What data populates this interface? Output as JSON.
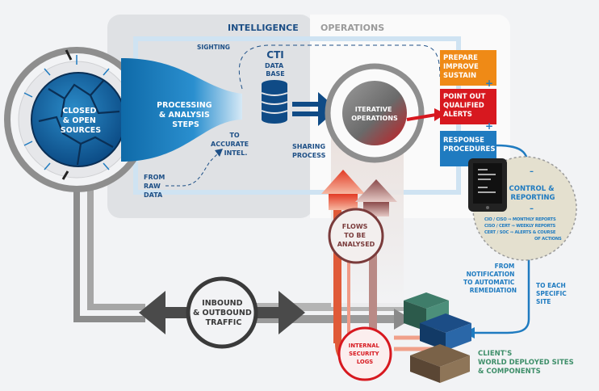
{
  "header": {
    "intelligence": "INTELLIGENCE",
    "operations": "OPERATIONS"
  },
  "globe": {
    "label": [
      "CLOSED",
      "& OPEN",
      "SOURCES"
    ]
  },
  "intel": {
    "sighting": "SIGHTING",
    "processing": [
      "PROCESSING",
      "& ANALYSIS",
      "STEPS"
    ],
    "cti_title": "CTI",
    "cti_sub": [
      "DATA",
      "BASE"
    ],
    "to_accurate": [
      "TO",
      "ACCURATE",
      "INTEL."
    ],
    "from_raw": [
      "FROM",
      "RAW",
      "DATA"
    ],
    "sharing": [
      "SHARING",
      "PROCESS"
    ]
  },
  "operations": {
    "iterative": [
      "ITERATIVE",
      "OPERATIONS"
    ],
    "prepare": [
      "PREPARE",
      "IMPROVE",
      "SUSTAIN"
    ],
    "point_out": [
      "POINT OUT",
      "QUALIFIED",
      "ALERTS"
    ],
    "response": [
      "RESPONSE",
      "PROCEDURES"
    ]
  },
  "control": {
    "title": [
      "CONTROL &",
      "REPORTING"
    ],
    "lines": [
      "CIO / CISO ⇒ MONTHLY REPORTS",
      "CISO / CERT ⇒ WEEKLY REPORTS",
      "CERT / SOC ⇒ ALERTS & COURSE",
      "OF ACTIONS"
    ]
  },
  "flows": {
    "analysed": [
      "FLOWS",
      "TO BE",
      "ANALYSED"
    ],
    "notification": [
      "FROM",
      "NOTIFICATION",
      "TO AUTOMATIC",
      "REMEDIATION"
    ],
    "each_site": [
      "TO EACH",
      "SPECIFIC",
      "SITE"
    ],
    "traffic": [
      "INBOUND",
      "& OUTBOUND",
      "TRAFFIC"
    ],
    "internal_logs": [
      "INTERNAL",
      "SECURITY",
      "LOGS"
    ],
    "client": [
      "CLIENT'S",
      "WORLD DEPLOYED SITES",
      "& COMPONENTS"
    ]
  },
  "colors": {
    "navy": "#1d4f86",
    "blue": "#1f7bc0",
    "orange": "#ef8a16",
    "red": "#d7181f",
    "teal": "#1e8c7e",
    "gray": "#8a8a8a"
  }
}
